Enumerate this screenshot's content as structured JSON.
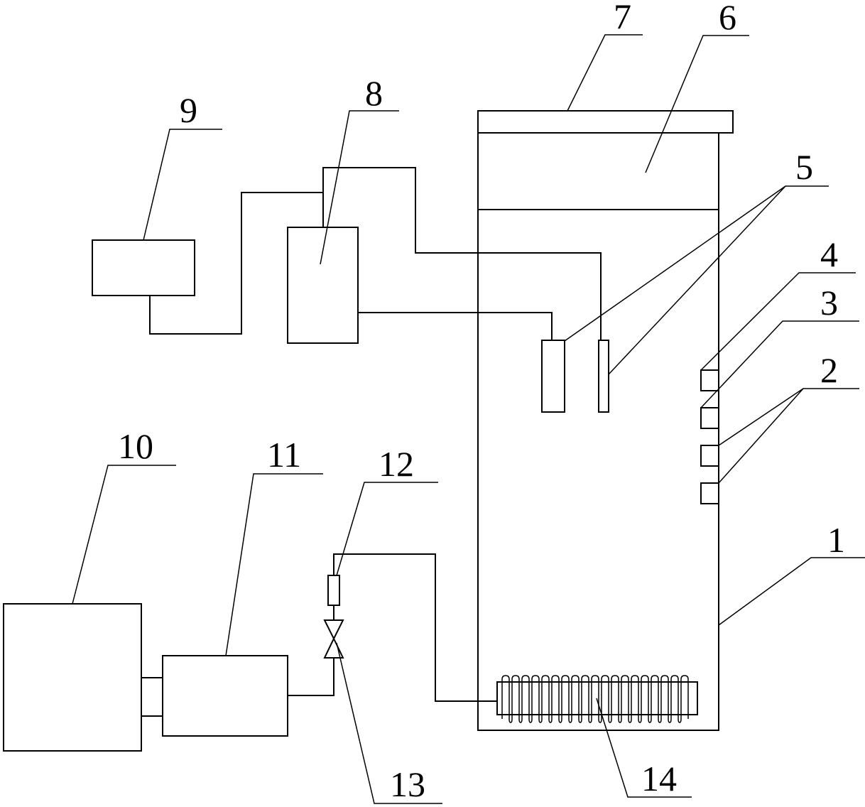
{
  "labels": {
    "l1": "1",
    "l2": "2",
    "l3": "3",
    "l4": "4",
    "l5": "5",
    "l6": "6",
    "l7": "7",
    "l8": "8",
    "l9": "9",
    "l10": "10",
    "l11": "11",
    "l12": "12",
    "l13": "13",
    "l14": "14"
  },
  "colors": {
    "stroke": "#000000",
    "background": "#ffffff"
  }
}
